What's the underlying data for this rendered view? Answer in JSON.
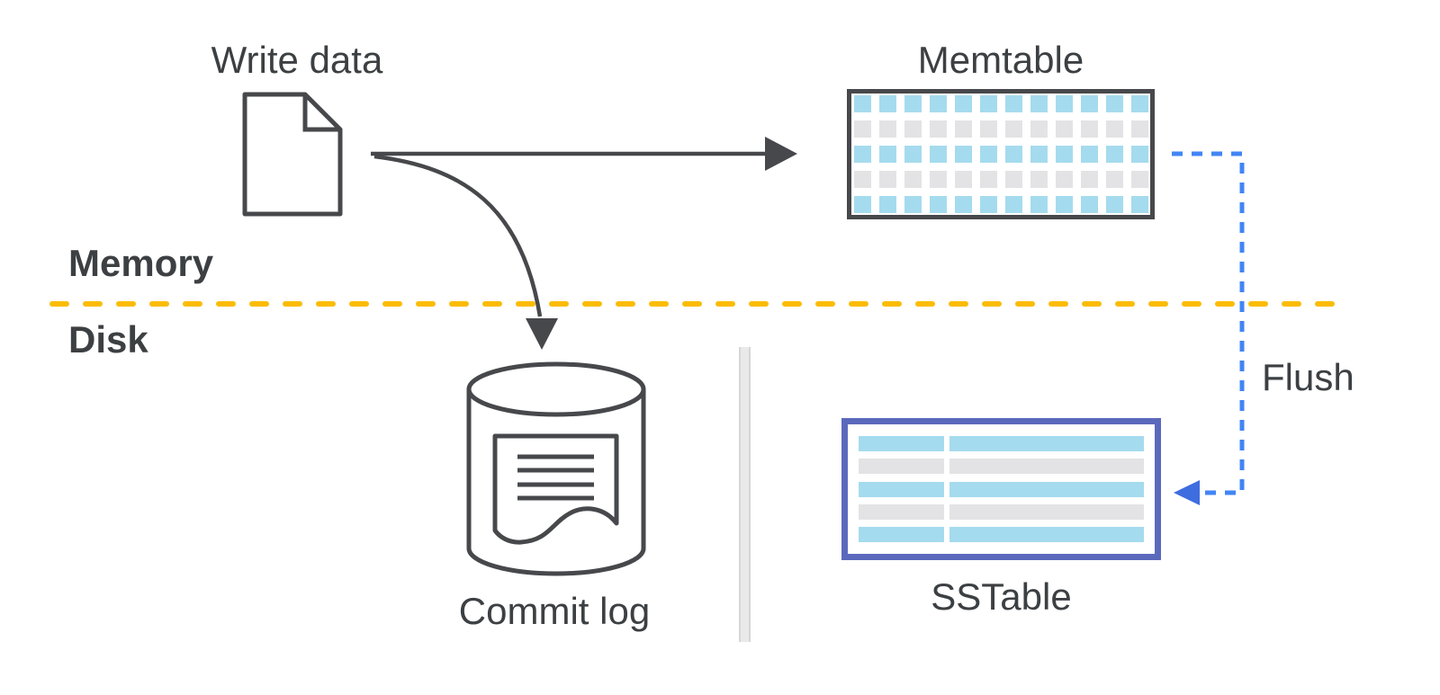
{
  "labels": {
    "write_data": "Write data",
    "memtable": "Memtable",
    "memory": "Memory",
    "disk": "Disk",
    "commit_log": "Commit log",
    "sstable": "SSTable",
    "flush": "Flush"
  },
  "colors": {
    "text_dark": "#3C4043",
    "stroke_dark": "#47484B",
    "accent_blue": "#4285F4",
    "arrow_blue": "#3E6DE0",
    "divider_yellow": "#FBBC04",
    "cell_blue": "#A5DBEE",
    "cell_gray": "#E3E3E5",
    "sstable_border": "#5B69BD",
    "divider_gray": "#E9E9E9",
    "divider_gray_edge": "#D6D6D6"
  },
  "memtable": {
    "columns": 12,
    "row_colors": [
      "#A5DBEE",
      "#E3E3E5",
      "#A5DBEE",
      "#E3E3E5",
      "#A5DBEE"
    ]
  },
  "sstable": {
    "row_colors": [
      "#A5DBEE",
      "#E3E3E5",
      "#A5DBEE",
      "#E3E3E5",
      "#A5DBEE"
    ]
  }
}
